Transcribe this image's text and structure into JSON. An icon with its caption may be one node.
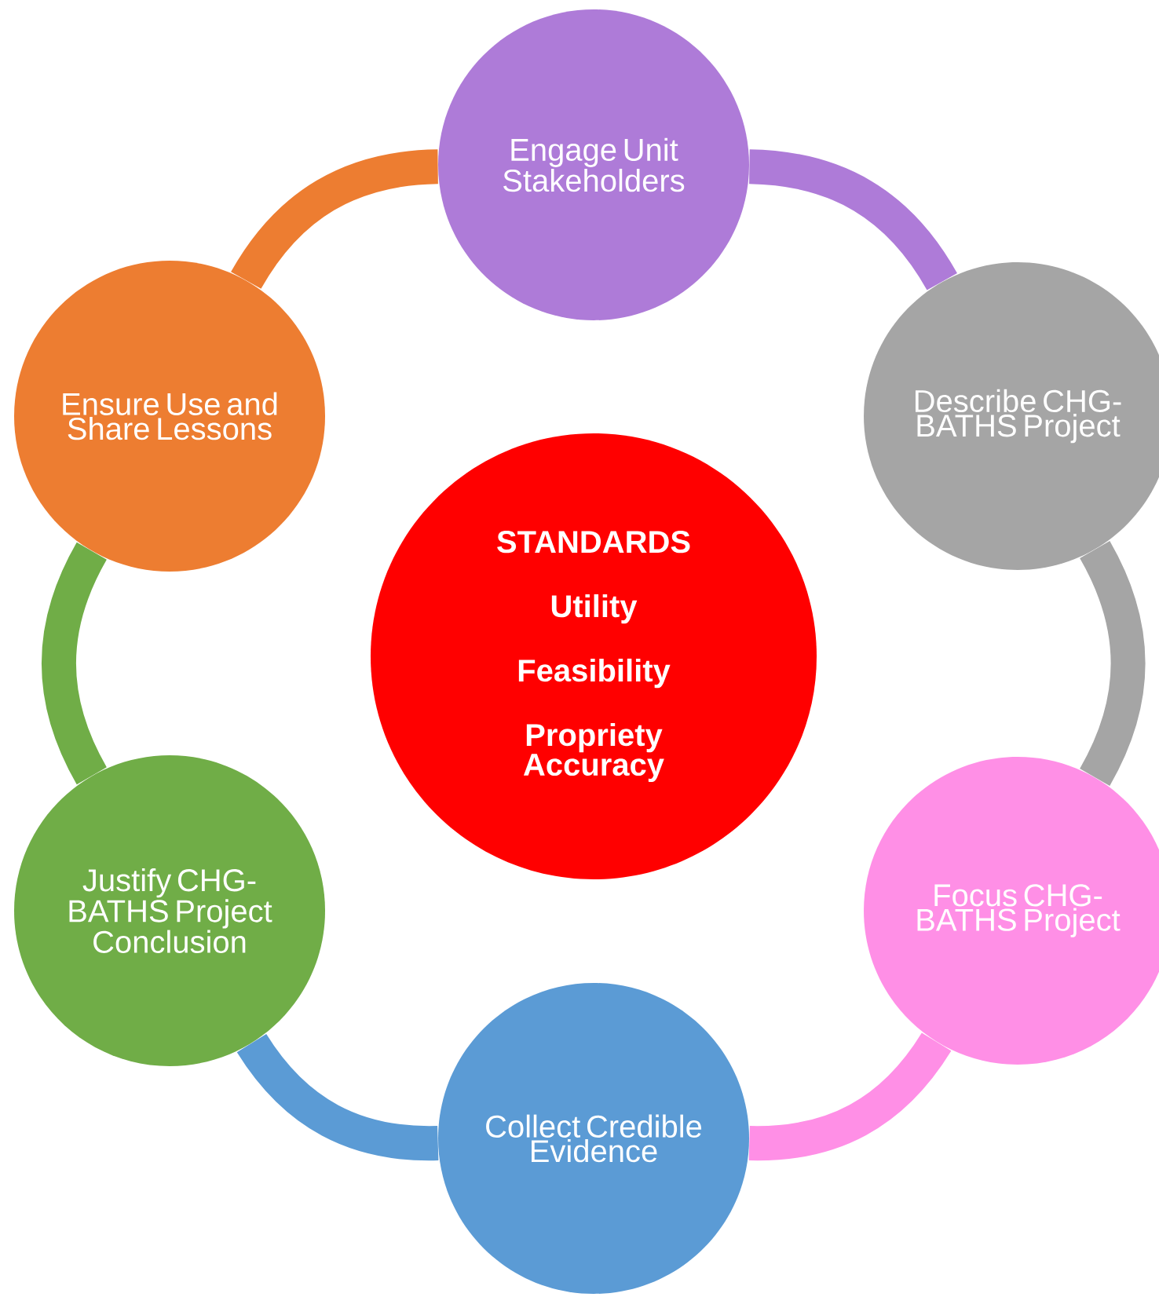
{
  "diagram": {
    "nodes": [
      {
        "text": [
          "Engage Unit Stakeholders"
        ]
      },
      {
        "text": [
          "Describe CHG-BATHS Project"
        ]
      },
      {
        "text": [
          "Focus CHG-BATHS Project"
        ]
      },
      {
        "text": [
          "Collect Credible Evidence"
        ]
      },
      {
        "text": [
          "Justify CHG-BATHS Project Conclusion"
        ]
      },
      {
        "text": [
          "Ensure Use and Share Lessons"
        ]
      },
      {
        "text": [
          "STANDARDS",
          "Utility",
          "Feasibility",
          "Propriety",
          "Accuracy"
        ]
      }
    ],
    "edges": [
      {
        "from": 0,
        "to": 1,
        "arrow": "none",
        "color": "#ae7bd8"
      },
      {
        "from": 1,
        "to": 2,
        "arrow": "none",
        "color": "#a5a5a5"
      },
      {
        "from": 2,
        "to": 3,
        "arrow": "none",
        "color": "#ff8fe6"
      },
      {
        "from": 3,
        "to": 4,
        "arrow": "none",
        "color": "#5b9bd5"
      },
      {
        "from": 4,
        "to": 5,
        "arrow": "none",
        "color": "#70ad47"
      },
      {
        "from": 5,
        "to": 0,
        "arrow": "none",
        "color": "#ed7d31"
      }
    ]
  }
}
